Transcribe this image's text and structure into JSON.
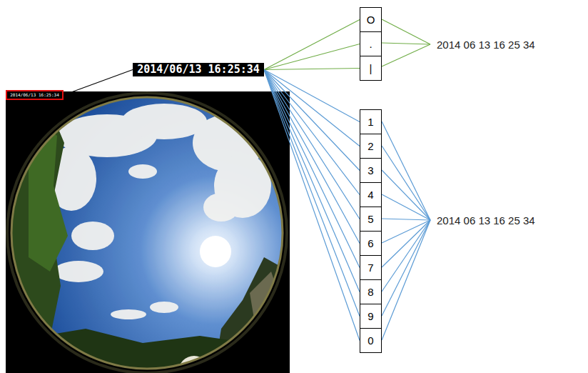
{
  "diagram": {
    "nodes": [
      {
        "text": [
          "2014/06/13 16:25:34"
        ]
      },
      {
        "text": [
          "2014/06/13 16:25:34"
        ]
      },
      {
        "text": [
          "O"
        ]
      },
      {
        "text": [
          "."
        ]
      },
      {
        "text": [
          "|"
        ]
      },
      {
        "text": [
          "1"
        ]
      },
      {
        "text": [
          "2"
        ]
      },
      {
        "text": [
          "3"
        ]
      },
      {
        "text": [
          "4"
        ]
      },
      {
        "text": [
          "5"
        ]
      },
      {
        "text": [
          "6"
        ]
      },
      {
        "text": [
          "7"
        ]
      },
      {
        "text": [
          "8"
        ]
      },
      {
        "text": [
          "9"
        ]
      },
      {
        "text": [
          "0"
        ]
      }
    ],
    "edges": [
      {
        "from": 0,
        "to": 1,
        "arrow": "none"
      },
      {
        "from": 1,
        "to": 2,
        "arrow": "none"
      },
      {
        "from": 1,
        "to": 3,
        "arrow": "none"
      },
      {
        "from": 1,
        "to": 4,
        "arrow": "none"
      },
      {
        "from": 1,
        "to": 5,
        "arrow": "none"
      },
      {
        "from": 1,
        "to": 6,
        "arrow": "none"
      },
      {
        "from": 1,
        "to": 7,
        "arrow": "none"
      },
      {
        "from": 1,
        "to": 8,
        "arrow": "none"
      },
      {
        "from": 1,
        "to": 9,
        "arrow": "none"
      },
      {
        "from": 1,
        "to": 10,
        "arrow": "none"
      },
      {
        "from": 1,
        "to": 11,
        "arrow": "none"
      },
      {
        "from": 1,
        "to": 12,
        "arrow": "none"
      },
      {
        "from": 1,
        "to": 13,
        "arrow": "none"
      },
      {
        "from": 1,
        "to": 14,
        "arrow": "none"
      }
    ],
    "labels": [
      "2014 06 13 16 25 34",
      "2014 06 13 16 25 34"
    ]
  }
}
